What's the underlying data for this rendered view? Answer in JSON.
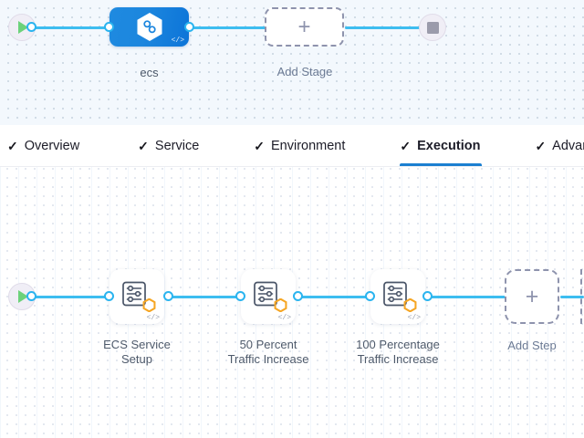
{
  "colors": {
    "edge": "#3dbdf0",
    "port_border": "#2ab4ef",
    "stage_node_blue": "#1c86de",
    "active_tab_underline": "#1b7fd1",
    "dashed_gray": "#8e93ad",
    "badge_orange": "#f6a623",
    "play_green": "#6cd27a",
    "stop_gray": "#9b9bab",
    "stage_canvas_bg": "#f3f8fd",
    "step_canvas_bg": "#ffffff"
  },
  "stage_graph": {
    "start_node": {
      "icon": "play-icon",
      "name": "pipeline-start"
    },
    "end_node": {
      "icon": "stop-icon",
      "name": "pipeline-end"
    },
    "stages": [
      {
        "label": "ecs",
        "icon": "hexagon-infinity-icon",
        "code_tag": "</>",
        "selected": true
      }
    ],
    "add_stage": {
      "label": "Add Stage",
      "icon": "plus-icon"
    }
  },
  "tabs": [
    {
      "label": "Overview",
      "check": "✓",
      "active": false
    },
    {
      "label": "Service",
      "check": "✓",
      "active": false
    },
    {
      "label": "Environment",
      "check": "✓",
      "active": false
    },
    {
      "label": "Execution",
      "check": "✓",
      "active": true
    },
    {
      "label": "Advance",
      "check": "✓",
      "active": false
    }
  ],
  "step_graph": {
    "start_node": {
      "icon": "play-icon",
      "name": "execution-start"
    },
    "steps": [
      {
        "line1": "ECS Service",
        "line2": "Setup",
        "icon": "settings-sliders-icon",
        "badge": "hexagon-badge-icon",
        "code_tag": "</>"
      },
      {
        "line1": "50 Percent",
        "line2": "Traffic Increase",
        "icon": "settings-sliders-icon",
        "badge": "hexagon-badge-icon",
        "code_tag": "</>"
      },
      {
        "line1": "100 Percentage",
        "line2": "Traffic Increase",
        "icon": "settings-sliders-icon",
        "badge": "hexagon-badge-icon",
        "code_tag": "</>"
      }
    ],
    "add_step": {
      "label": "Add Step",
      "icon": "plus-icon"
    }
  }
}
